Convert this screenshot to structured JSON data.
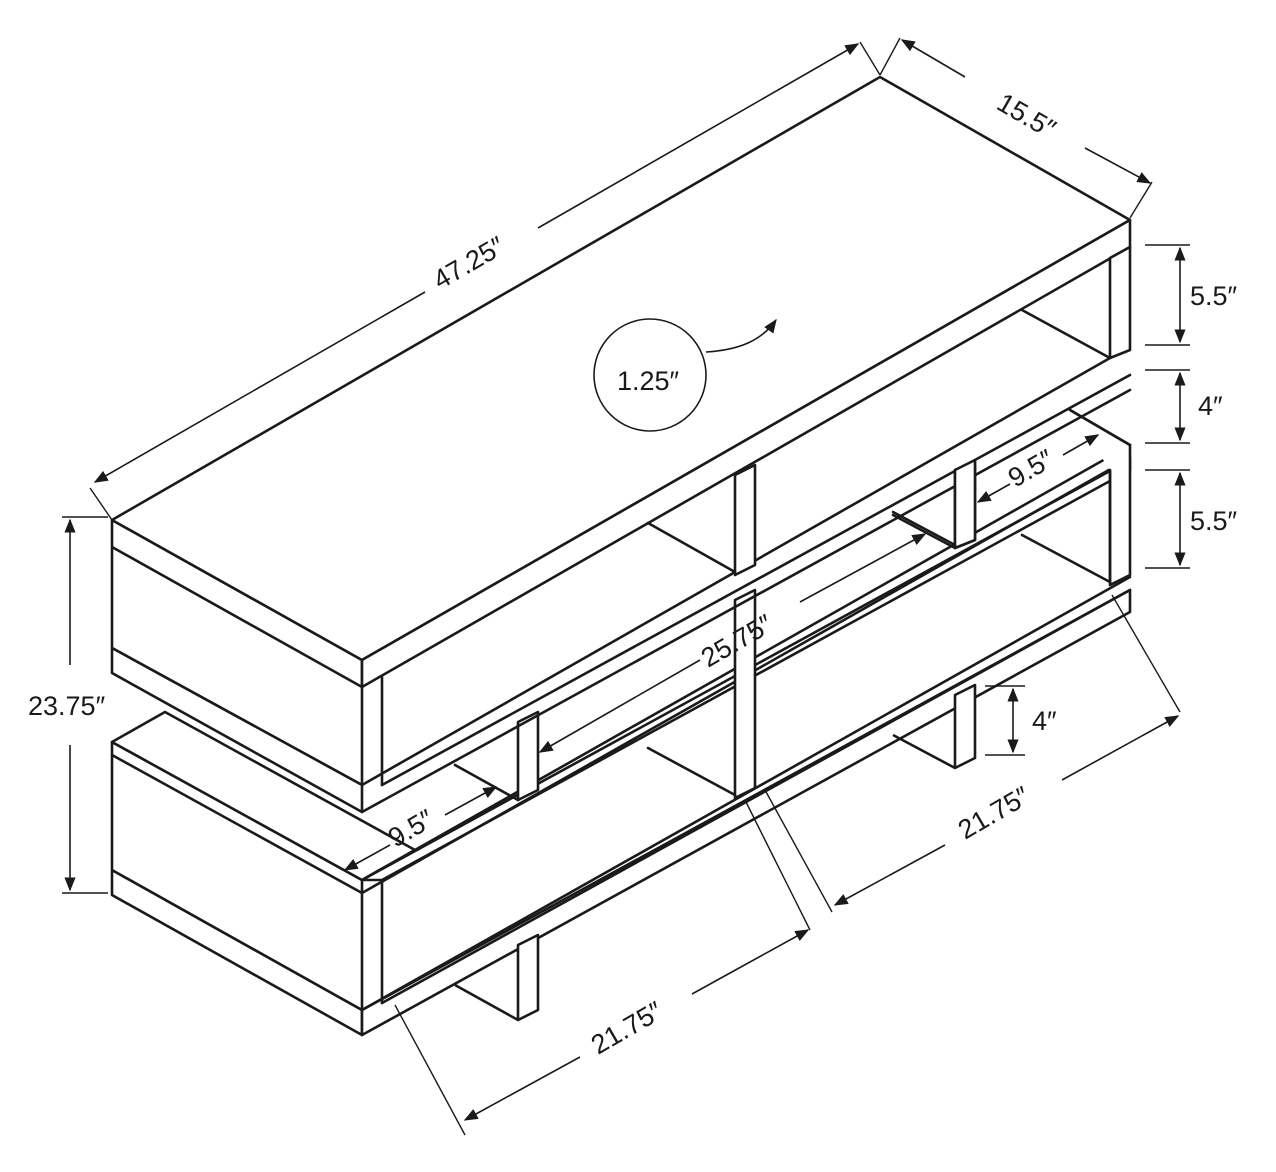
{
  "colors": {
    "line": "#1a1a1a",
    "background": "#ffffff"
  },
  "dimensions": {
    "overall_length": "47.25″",
    "overall_depth": "15.5″",
    "overall_height": "23.75″",
    "top_thickness": "1.25″",
    "upper_opening_height": "5.5″",
    "upper_gap_height": "4″",
    "middle_opening_height": "5.5″",
    "lower_gap_height": "4″",
    "upper_right_compartment_width": "9.5″",
    "center_compartment_width": "25.75″",
    "lower_left_compartment_width": "9.5″",
    "lower_span_right": "21.75″",
    "lower_span_left": "21.75″"
  }
}
